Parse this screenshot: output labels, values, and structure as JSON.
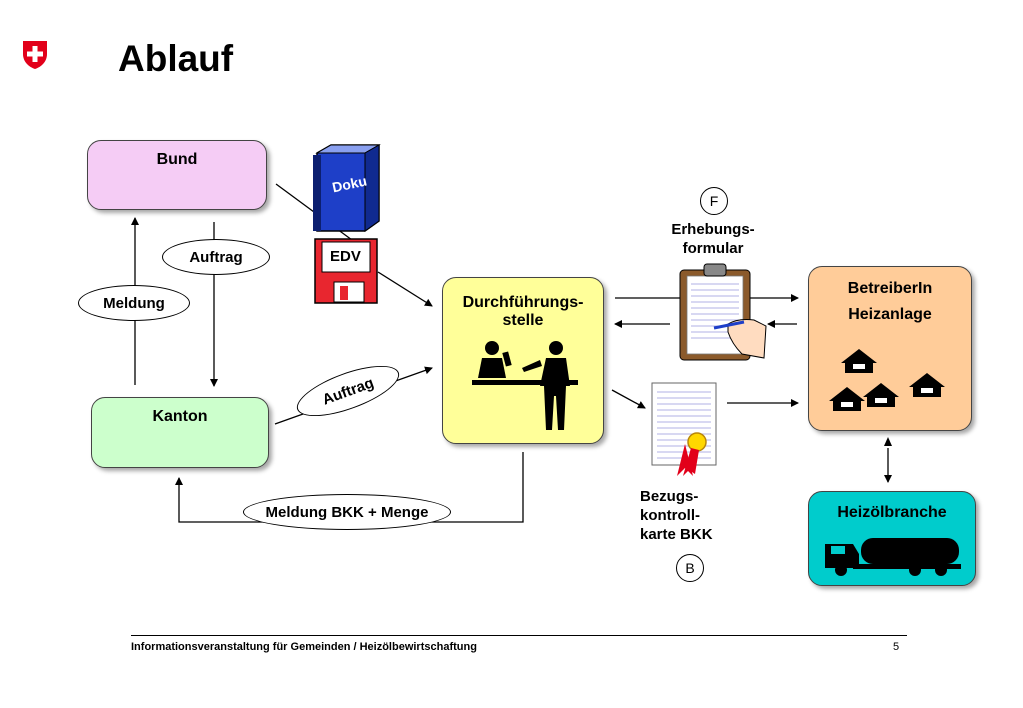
{
  "title": "Ablauf",
  "boxes": {
    "bund": "Bund",
    "kanton": "Kanton",
    "durchfuehrung": [
      "Durchführungs-",
      "stelle"
    ],
    "betreiber": [
      "BetreiberIn",
      "Heizanlage"
    ],
    "heizoel": "Heizölbranche"
  },
  "labels": {
    "auftrag_top": "Auftrag",
    "meldung": "Meldung",
    "auftrag_diag": "Auftrag",
    "meldung_bkk": "Meldung BKK + Menge",
    "doku": "Doku",
    "edv": "EDV",
    "erhebung": [
      "Erhebungs-",
      "formular"
    ],
    "bezugs": [
      "Bezugs-",
      "kontroll-",
      "karte BKK"
    ],
    "marker_f": "F",
    "marker_b": "B"
  },
  "footer": {
    "text": "Informationsveranstaltung für Gemeinden /  Heizölbewirtschaftung",
    "page": "5"
  },
  "colors": {
    "bund": "#f5ccf5",
    "kanton": "#ccffcc",
    "durchfuehrung": "#ffff99",
    "betreiber": "#ffcc99",
    "heizoel": "#00cccc",
    "swiss_red": "#e2001a",
    "binder_blue": "#2244cc",
    "floppy_red": "#e8262f"
  }
}
